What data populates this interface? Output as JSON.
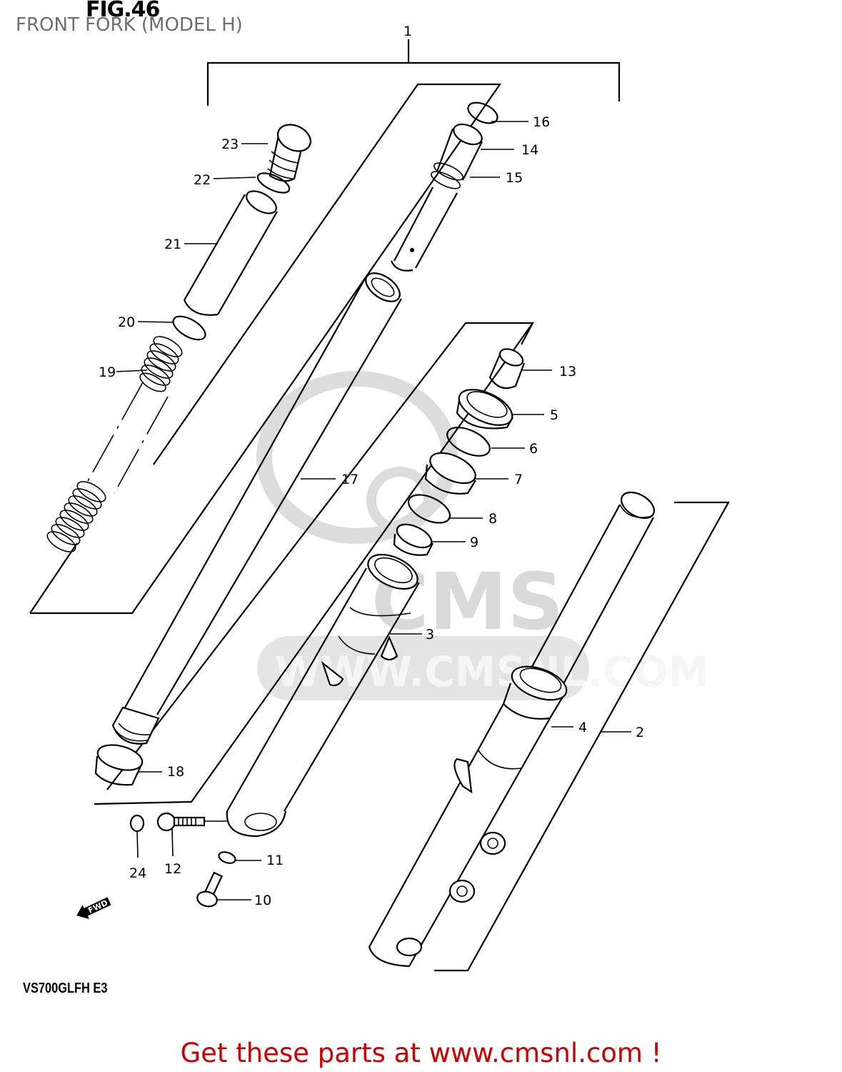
{
  "header": {
    "figure_label": "FIG.46",
    "title": "FRONT FORK (MODEL H)"
  },
  "model_code": "VS700GLFH E3",
  "direction_marker": {
    "label": "FWD",
    "icon": "forward-arrow-icon"
  },
  "watermark": {
    "logo_text": "CMS",
    "url_text": "WWW.CMSNL.COM"
  },
  "footer": {
    "cta_text": "Get these parts at www.cmsnl.com !",
    "cta_color": "#cc0000"
  },
  "callouts": [
    {
      "ref": "1",
      "label": "1"
    },
    {
      "ref": "2",
      "label": "2"
    },
    {
      "ref": "3",
      "label": "3"
    },
    {
      "ref": "4",
      "label": "4"
    },
    {
      "ref": "5",
      "label": "5"
    },
    {
      "ref": "6",
      "label": "6"
    },
    {
      "ref": "7",
      "label": "7"
    },
    {
      "ref": "8",
      "label": "8"
    },
    {
      "ref": "9",
      "label": "9"
    },
    {
      "ref": "10",
      "label": "10"
    },
    {
      "ref": "11",
      "label": "11"
    },
    {
      "ref": "12",
      "label": "12"
    },
    {
      "ref": "13",
      "label": "13"
    },
    {
      "ref": "14",
      "label": "14"
    },
    {
      "ref": "15",
      "label": "15"
    },
    {
      "ref": "16",
      "label": "16"
    },
    {
      "ref": "17",
      "label": "17"
    },
    {
      "ref": "18",
      "label": "18"
    },
    {
      "ref": "19",
      "label": "19"
    },
    {
      "ref": "20",
      "label": "20"
    },
    {
      "ref": "21",
      "label": "21"
    },
    {
      "ref": "22",
      "label": "22"
    },
    {
      "ref": "23",
      "label": "23"
    },
    {
      "ref": "24",
      "label": "24"
    }
  ]
}
